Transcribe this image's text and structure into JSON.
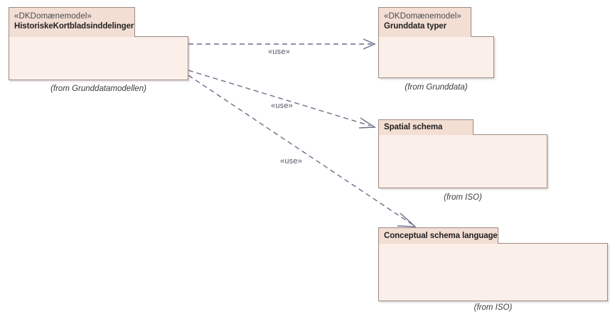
{
  "diagram": {
    "type": "uml-package-diagram",
    "colors": {
      "package_tab_fill": "#f3ded4",
      "package_body_fill": "#fbefe9",
      "package_border": "#9d8880",
      "connector": "#6c6c88",
      "text": "#222222",
      "background": "#ffffff"
    }
  },
  "packages": [
    {
      "id": "historiske-kortbladsinddelinger",
      "stereotype": "«DKDomænemodel»",
      "name": "HistoriskeKortbladsinddelinger",
      "caption": "(from Grunddatamodellen)"
    },
    {
      "id": "grunddata-typer",
      "stereotype": "«DKDomænemodel»",
      "name": "Grunddata typer",
      "caption": "(from Grunddata)"
    },
    {
      "id": "spatial-schema",
      "stereotype": "",
      "name": "Spatial schema",
      "caption": "(from ISO)"
    },
    {
      "id": "conceptual-schema-language",
      "stereotype": "",
      "name": "Conceptual schema language",
      "caption": "(from ISO)"
    }
  ],
  "connectors": [
    {
      "id": "use-grunddata-typer",
      "label": "«use»",
      "from": "historiske-kortbladsinddelinger",
      "to": "grunddata-typer",
      "style": "dashed",
      "arrow": "open"
    },
    {
      "id": "use-spatial-schema",
      "label": "«use»",
      "from": "historiske-kortbladsinddelinger",
      "to": "spatial-schema",
      "style": "dashed",
      "arrow": "open"
    },
    {
      "id": "use-conceptual-schema-language",
      "label": "«use»",
      "from": "historiske-kortbladsinddelinger",
      "to": "conceptual-schema-language",
      "style": "dashed",
      "arrow": "open"
    }
  ]
}
